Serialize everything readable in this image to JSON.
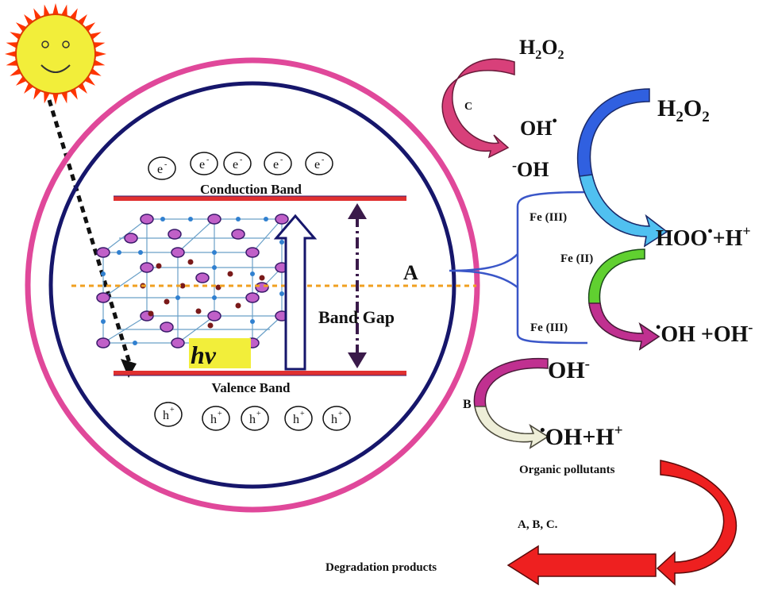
{
  "labels": {
    "conduction_band": "Conduction Band",
    "valence_band": "Valence Band",
    "band_gap": "Band Gap",
    "hv": "hv",
    "point_a": "A",
    "cycle_c": "C",
    "cycle_b": "B",
    "fe3_top": "Fe (III)",
    "fe2": "Fe (II)",
    "fe3_bottom": "Fe (III)",
    "organic_pollutants": "Organic pollutants",
    "abc": "A, B, C.",
    "degradation_products": "Degradation products"
  },
  "electrons": [
    "e",
    "e",
    "e",
    "e",
    "e"
  ],
  "electron_charge": "-",
  "holes": [
    "h",
    "h",
    "h",
    "h",
    "h"
  ],
  "hole_charge": "+",
  "species": {
    "h2o2_c_main": "H",
    "h2o2_c_sub1": "2",
    "h2o2_c_mid": "O",
    "h2o2_c_sub2": "2",
    "oh_rad_c": "OH",
    "oh_anion_c_minus": "-",
    "oh_anion_c": "OH",
    "h2o2_r_main": "H",
    "h2o2_r_sub1": "2",
    "h2o2_r_mid": "O",
    "h2o2_r_sub2": "2",
    "hoo_main": "HOO",
    "hoo_tail": "+H",
    "hoo_plus": "+",
    "oh_pair_main": "OH +OH",
    "oh_pair_minus": "-",
    "oh_b_main": "OH",
    "oh_b_minus": "-",
    "oh_h_main": "OH+H",
    "oh_h_plus": "+",
    "radical_dot": "•"
  },
  "colors": {
    "outer_ring": "#e0489a",
    "inner_ring": "#16166b",
    "band_line": "#e03030",
    "sun_body": "#f2ee3a",
    "sun_rays": "#ff3300",
    "hv_box": "#f2ee3a",
    "fe_bracket": "#3a56c8",
    "arrow_c": "#d8407a",
    "arrow_blue": "#3060e0",
    "arrow_cyan": "#50c0f0",
    "arrow_green": "#60d030",
    "arrow_magenta": "#c03090",
    "arrow_b": "#c03090",
    "arrow_b_light": "#eeeed8",
    "arrow_red": "#ee2020"
  }
}
